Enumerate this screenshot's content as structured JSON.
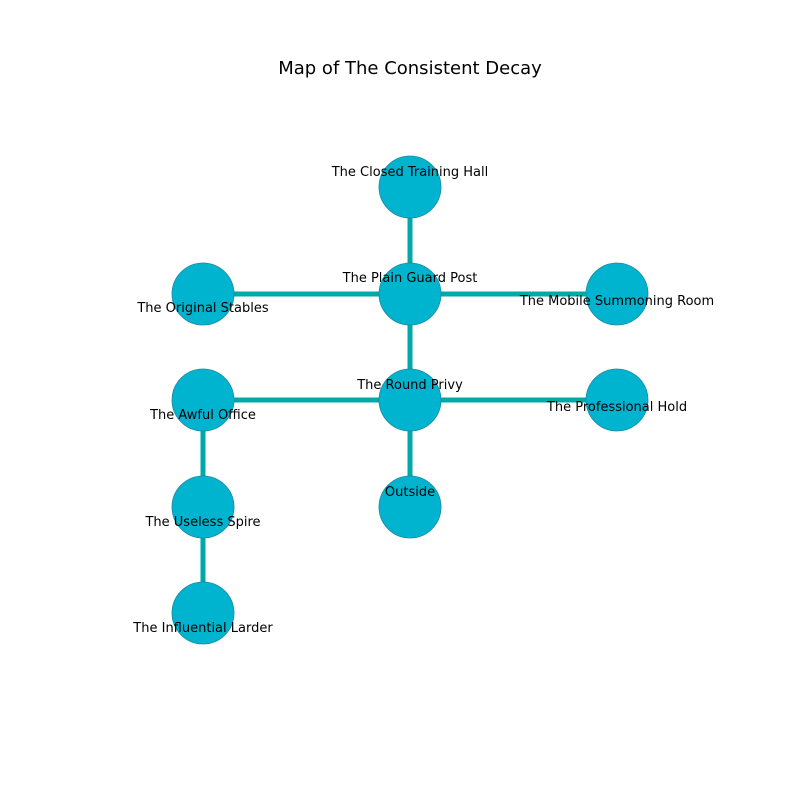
{
  "title": "Map of The Consistent Decay",
  "colors": {
    "node_fill": "#00b4d0",
    "edge": "#00a8a8"
  },
  "rooms": [
    {
      "id": "closed-training-hall",
      "name": "The Closed Training Hall"
    },
    {
      "id": "plain-guard-post",
      "name": "The Plain Guard Post"
    },
    {
      "id": "original-stables",
      "name": "The Original Stables"
    },
    {
      "id": "mobile-summoning-room",
      "name": "The Mobile Summoning Room"
    },
    {
      "id": "round-privy",
      "name": "The Round Privy"
    },
    {
      "id": "awful-office",
      "name": "The Awful Office"
    },
    {
      "id": "professional-hold",
      "name": "The Professional Hold"
    },
    {
      "id": "useless-spire",
      "name": "The Useless Spire"
    },
    {
      "id": "outside",
      "name": "Outside"
    },
    {
      "id": "influential-larder",
      "name": "The Influential Larder"
    }
  ],
  "connections": [
    [
      "closed-training-hall",
      "plain-guard-post"
    ],
    [
      "plain-guard-post",
      "original-stables"
    ],
    [
      "plain-guard-post",
      "mobile-summoning-room"
    ],
    [
      "plain-guard-post",
      "round-privy"
    ],
    [
      "round-privy",
      "awful-office"
    ],
    [
      "round-privy",
      "professional-hold"
    ],
    [
      "round-privy",
      "outside"
    ],
    [
      "awful-office",
      "useless-spire"
    ],
    [
      "useless-spire",
      "influential-larder"
    ]
  ]
}
